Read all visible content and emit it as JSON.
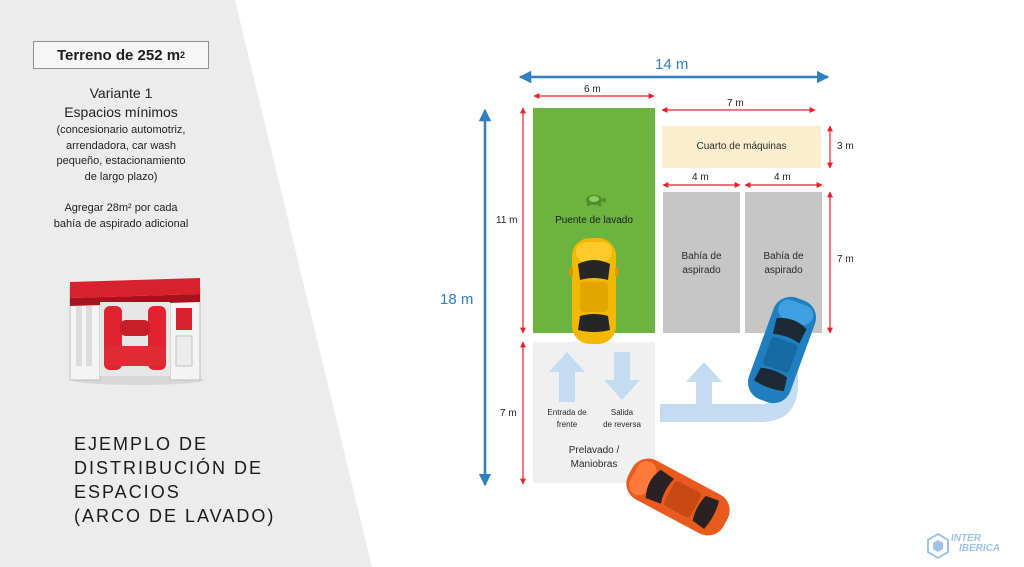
{
  "terrain": {
    "label": "Terreno de 252 m",
    "sup": "2"
  },
  "variant": {
    "line1": "Variante 1",
    "line2": "Espacios mínimos"
  },
  "description": [
    "(concesionario automotriz,",
    "arrendadora, car wash",
    "pequeño, estacionamiento",
    "de largo plazo)"
  ],
  "extra": [
    "Agregar 28m² por cada",
    "bahía de aspirado adicional"
  ],
  "title_lines": [
    "EJEMPLO DE",
    "DISTRIBUCIÓN DE",
    "ESPACIOS",
    "(ARCO DE LAVADO)"
  ],
  "dimensions": {
    "total_width": "14 m",
    "total_height": "18 m",
    "wash_width": "6 m",
    "machine_width": "7 m",
    "machine_height": "3 m",
    "bay1_width": "4 m",
    "bay2_width": "4 m",
    "wash_height": "11 m",
    "bay_height": "7 m",
    "prewash_height": "7 m"
  },
  "zones": {
    "wash": "Puente de lavado",
    "machines": "Cuarto de máquinas",
    "bay1": [
      "Bahía de",
      "aspirado"
    ],
    "bay2": [
      "Bahía de",
      "aspirado"
    ],
    "prewash": [
      "Prelavado /",
      "Maniobras"
    ],
    "entry": [
      "Entrada de",
      "frente"
    ],
    "exit": [
      "Salida",
      "de reversa"
    ]
  },
  "colors": {
    "wash_green": "#6db33f",
    "machine_beige": "#fbeecf",
    "bay_gray": "#c6c6c6",
    "prewash_gray": "#f0f0f0",
    "arrow_blue": "#c3dcf2",
    "dim_red": "#e8202a",
    "dim_blue": "#2f7fc1"
  },
  "logo": {
    "line1": "INTER",
    "line2": "IBERICA"
  }
}
